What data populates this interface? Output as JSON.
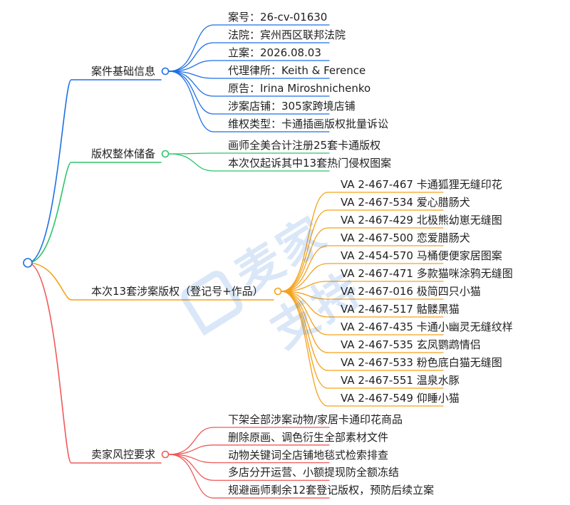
{
  "watermark": {
    "text": "麦家支持",
    "color": "#1e6fd9"
  },
  "branches": [
    {
      "label": "案件基础信息",
      "color": "#1f6fe5",
      "leaves": [
        "案号：26-cv-01630",
        "法院：宾州西区联邦法院",
        "立案：2026.08.03",
        "代理律所：Keith & Ference",
        "原告：Irina Miroshnichenko",
        "涉案店铺：305家跨境店铺",
        "维权类型：卡通插画版权批量诉讼"
      ]
    },
    {
      "label": "版权整体储备",
      "color": "#2ec46b",
      "leaves": [
        "画师全美合计注册25套卡通版权",
        "本次仅起诉其中13套热门侵权图案"
      ]
    },
    {
      "label": "本次13套涉案版权（登记号+作品）",
      "color": "#f5a21b",
      "leaves": [
        "VA 2-467-467 卡通狐狸无缝印花",
        "VA 2-467-534 爱心腊肠犬",
        "VA 2-467-429 北极熊幼崽无缝图",
        "VA 2-467-500 恋爱腊肠犬",
        "VA 2-454-570 马桶便便家居图案",
        "VA 2-467-471 多款猫咪涂鸦无缝图",
        "VA 2-467-016 极简四只小猫",
        "VA 2-467-517 骷髅黑猫",
        "VA 2-467-435 卡通小幽灵无缝纹样",
        "VA 2-467-535 玄凤鹦鹉情侣",
        "VA 2-467-533 粉色底白猫无缝图",
        "VA 2-467-551 温泉水豚",
        "VA 2-467-549 仰睡小猫"
      ]
    },
    {
      "label": "卖家风控要求",
      "color": "#f05a5a",
      "leaves": [
        "下架全部涉案动物/家居卡通印花商品",
        "删除原画、调色衍生全部素材文件",
        "动物关键词全店铺地毯式检索排查",
        "多店分开运营、小额提现防全额冻结",
        "规避画师剩余12套登记版权，预防后续立案"
      ]
    }
  ]
}
